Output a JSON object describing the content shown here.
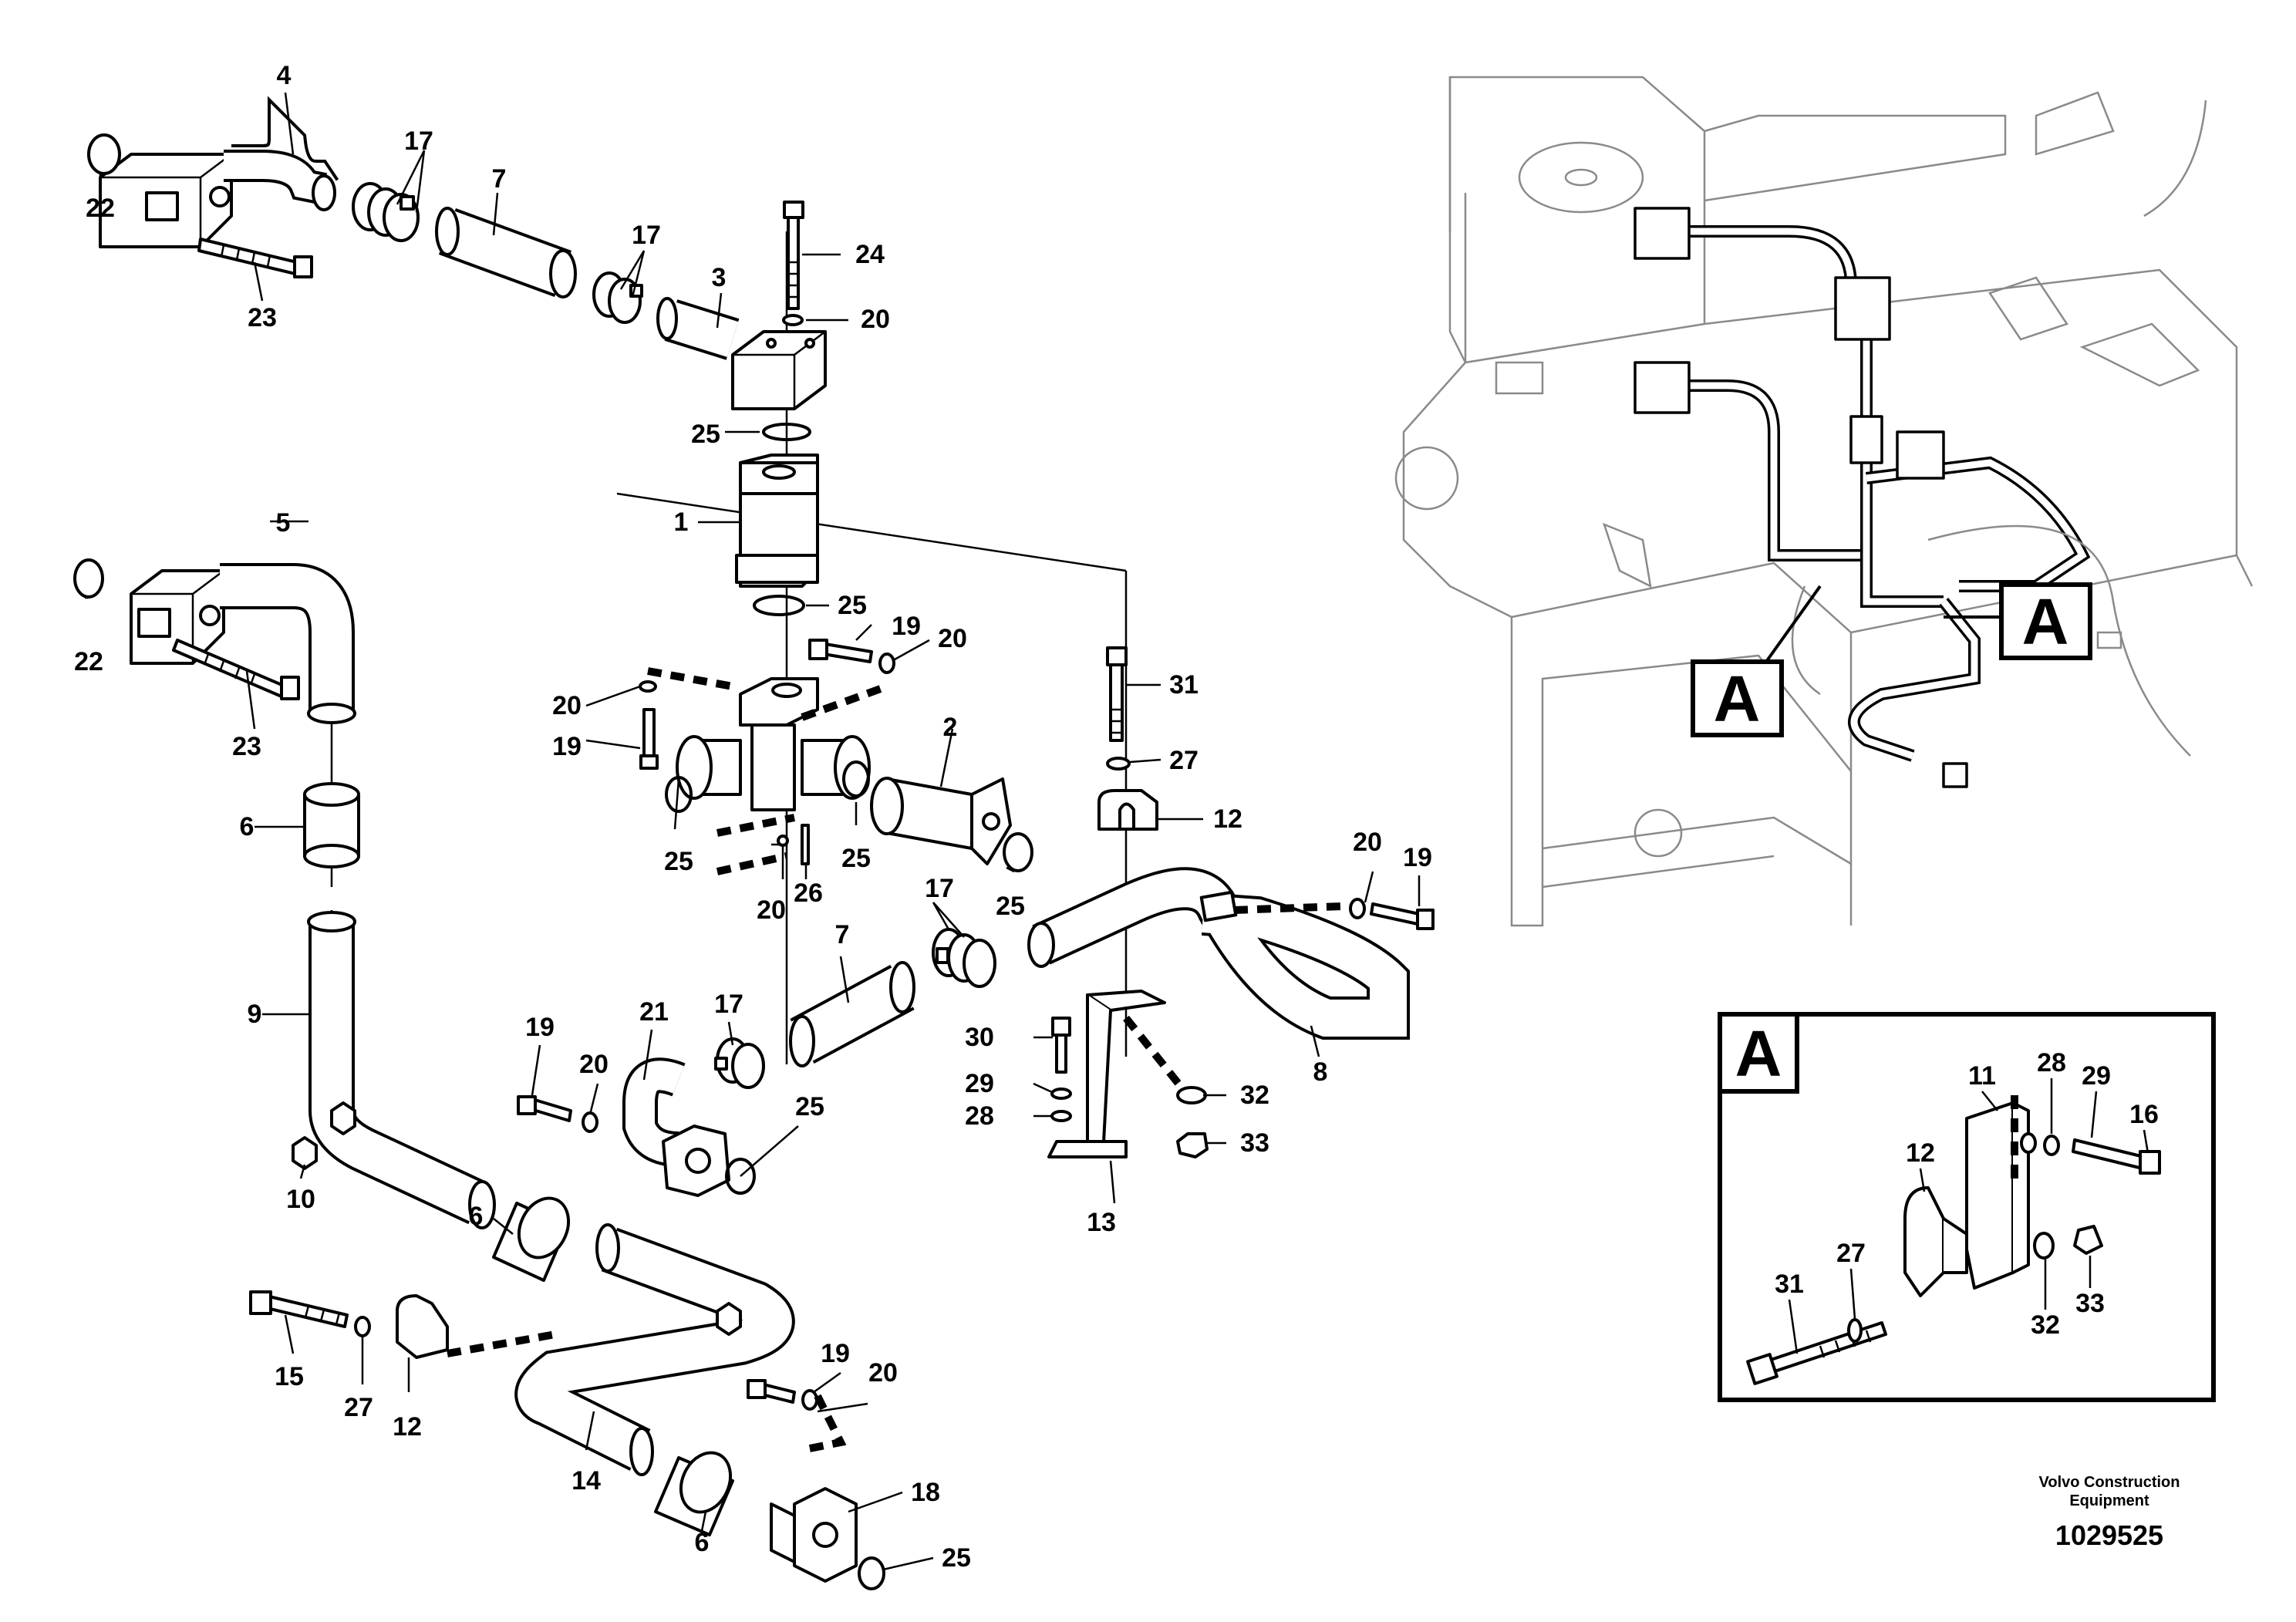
{
  "callouts": {
    "p1": "1",
    "p2": "2",
    "p3": "3",
    "p4": "4",
    "p5": "5",
    "p6a": "6",
    "p6b": "6",
    "p6c": "6",
    "p7a": "7",
    "p7b": "7",
    "p8": "8",
    "p9": "9",
    "p10": "10",
    "p12a": "12",
    "p12b": "12",
    "p13": "13",
    "p14": "14",
    "p15": "15",
    "p17a": "17",
    "p17b": "17",
    "p17c": "17",
    "p17d": "17",
    "p18": "18",
    "p19a": "19",
    "p19b": "19",
    "p19c": "19",
    "p19d": "19",
    "p19e": "19",
    "p20a": "20",
    "p20b": "20",
    "p20c": "20",
    "p20d": "20",
    "p20e": "20",
    "p20f": "20",
    "p20g": "20",
    "p21": "21",
    "p22a": "22",
    "p22b": "22",
    "p23a": "23",
    "p23b": "23",
    "p24": "24",
    "p25a": "25",
    "p25b": "25",
    "p25c": "25",
    "p25d": "25",
    "p25e": "25",
    "p25f": "25",
    "p25g": "25",
    "p26": "26",
    "p27a": "27",
    "p27b": "27",
    "p28": "28",
    "p29": "29",
    "p30": "30",
    "p31": "31",
    "p32": "32",
    "p33": "33"
  },
  "detail": {
    "letter": "A",
    "labels": {
      "d11": "11",
      "d12": "12",
      "d16": "16",
      "d27": "27",
      "d28": "28",
      "d29": "29",
      "d31": "31",
      "d32": "32",
      "d33": "33"
    }
  },
  "overview": {
    "marker_left": "A",
    "marker_right": "A"
  },
  "footer": {
    "company_line1": "Volvo Construction",
    "company_line2": "Equipment",
    "drawing_number": "1029525"
  }
}
